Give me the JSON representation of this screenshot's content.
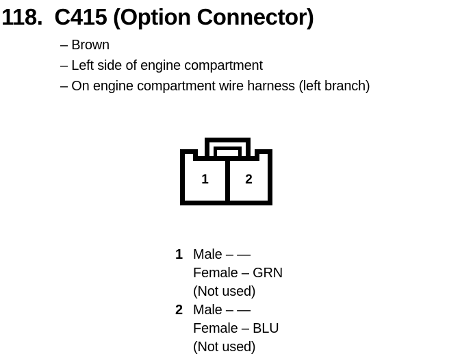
{
  "header": {
    "number": "118.",
    "title": "C415 (Option Connector)"
  },
  "details": {
    "items": [
      "– Brown",
      "– Left side of engine compartment",
      "– On engine compartment wire harness (left branch)"
    ]
  },
  "connector": {
    "cavities": [
      "1",
      "2"
    ]
  },
  "pins": [
    {
      "number": "1",
      "lines": [
        "Male – —",
        "Female – GRN",
        "(Not used)"
      ]
    },
    {
      "number": "2",
      "lines": [
        "Male – —",
        "Female – BLU",
        "(Not used)"
      ]
    }
  ],
  "colors": {
    "ink": "#000000",
    "paper": "#ffffff"
  }
}
